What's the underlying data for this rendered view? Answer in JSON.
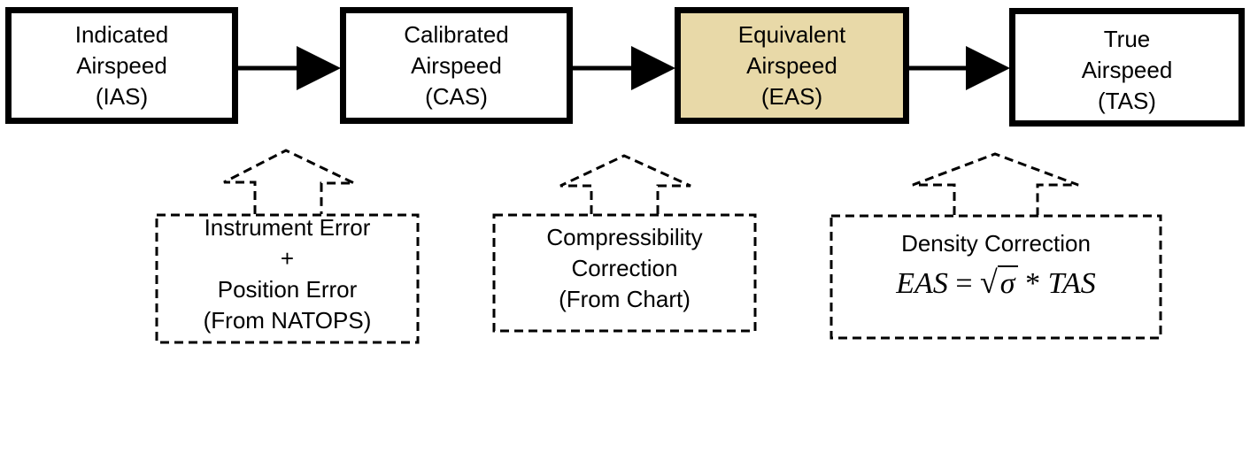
{
  "stages": [
    {
      "id": "ias",
      "lines": [
        "Indicated",
        "Airspeed",
        "(IAS)"
      ],
      "highlighted": false
    },
    {
      "id": "cas",
      "lines": [
        "Calibrated",
        "Airspeed",
        "(CAS)"
      ],
      "highlighted": false
    },
    {
      "id": "eas",
      "lines": [
        "Equivalent",
        "Airspeed",
        "(EAS)"
      ],
      "highlighted": true
    },
    {
      "id": "tas",
      "lines": [
        "True",
        "Airspeed",
        "(TAS)"
      ],
      "highlighted": false
    }
  ],
  "corrections": [
    {
      "lines": [
        "Instrument Error",
        "+",
        "Position Error",
        "(From NATOPS)"
      ]
    },
    {
      "lines": [
        "Compressibility",
        "Correction",
        "(From Chart)"
      ]
    },
    {
      "lines": [
        "Density Correction"
      ],
      "formula": {
        "lhs": "EAS",
        "eq": "=",
        "radical": "√",
        "radicand": "σ",
        "op": "*",
        "rhs": "TAS"
      }
    }
  ],
  "colors": {
    "highlight": "#e8d9a8",
    "line": "#000000"
  }
}
